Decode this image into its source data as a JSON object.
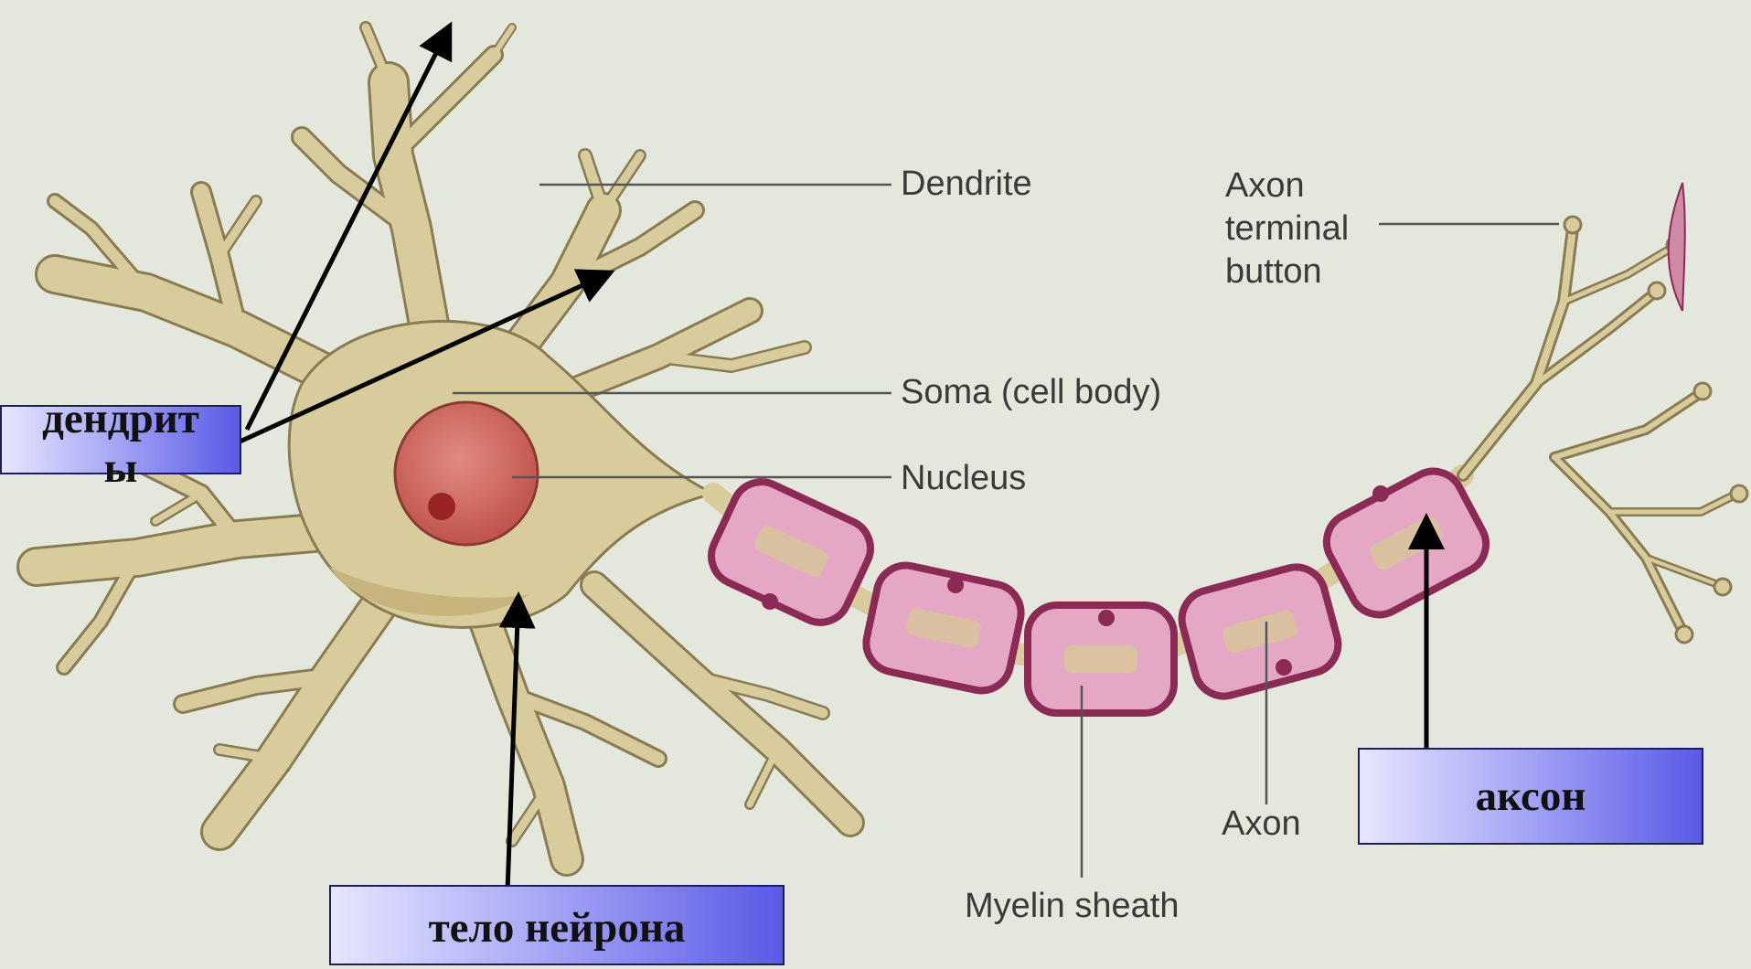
{
  "labels": {
    "dendrite": "Dendrite",
    "axon_terminal": [
      "Axon",
      "terminal",
      "button"
    ],
    "soma": "Soma (cell body)",
    "nucleus": "Nucleus",
    "axon": "Axon",
    "myelin": "Myelin sheath"
  },
  "callouts": {
    "dendrites": [
      "дендрит",
      "ы"
    ],
    "cell_body": "тело нейрона",
    "axon": "аксон"
  },
  "colors": {
    "background": "#e4e7dc",
    "neuron_fill": "#d9cc9c",
    "neuron_outline": "#8a7c52",
    "nucleus": "#c8625a",
    "myelin_fill": "#e4a8c4",
    "myelin_outline": "#8c2a56",
    "leader_line": "#555555",
    "arrow": "#000000"
  }
}
